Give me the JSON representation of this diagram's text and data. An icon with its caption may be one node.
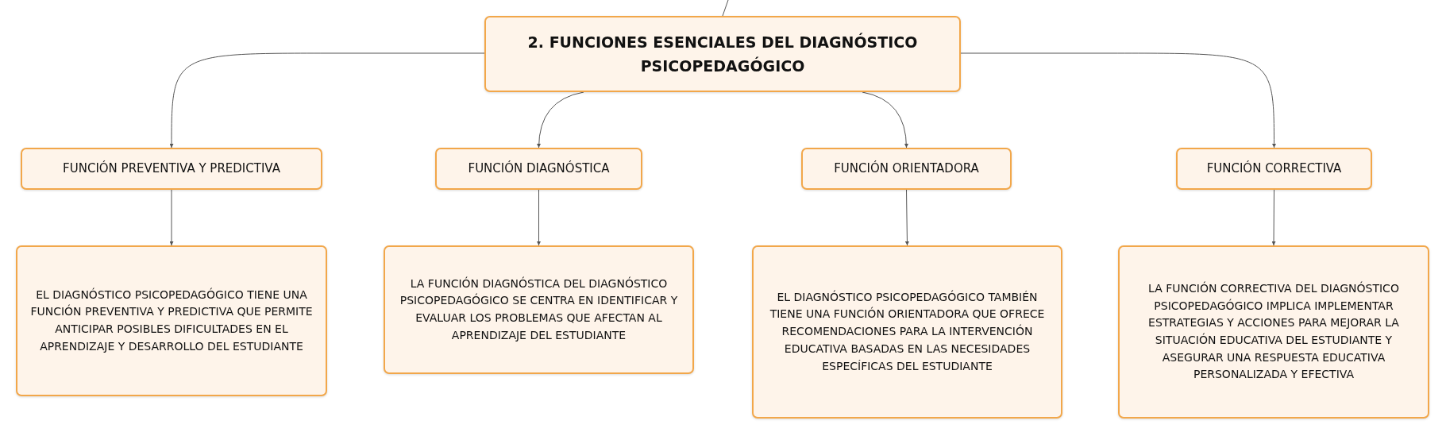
{
  "diagram": {
    "nodes": [
      {
        "text": [
          "2. FUNCIONES ESENCIALES DEL DIAGNÓSTICO PSICOPEDAGÓGICO"
        ]
      },
      {
        "text": [
          "FUNCIÓN PREVENTIVA Y PREDICTIVA"
        ]
      },
      {
        "text": [
          "FUNCIÓN DIAGNÓSTICA"
        ]
      },
      {
        "text": [
          "FUNCIÓN ORIENTADORA"
        ]
      },
      {
        "text": [
          "FUNCIÓN CORRECTIVA"
        ]
      },
      {
        "text": [
          "EL DIAGNÓSTICO PSICOPEDAGÓGICO TIENE UNA FUNCIÓN PREVENTIVA Y PREDICTIVA QUE PERMITE ANTICIPAR POSIBLES DIFICULTADES EN EL APRENDIZAJE Y DESARROLLO DEL ESTUDIANTE"
        ]
      },
      {
        "text": [
          "LA FUNCIÓN DIAGNÓSTICA DEL DIAGNÓSTICO PSICOPEDAGÓGICO SE CENTRA EN IDENTIFICAR Y EVALUAR LOS PROBLEMAS QUE AFECTAN AL APRENDIZAJE DEL ESTUDIANTE"
        ]
      },
      {
        "text": [
          "EL DIAGNÓSTICO PSICOPEDAGÓGICO TAMBIÉN TIENE UNA FUNCIÓN ORIENTADORA QUE OFRECE RECOMENDACIONES PARA LA INTERVENCIÓN EDUCATIVA BASADAS EN LAS NECESIDADES ESPECÍFICAS DEL ESTUDIANTE"
        ]
      },
      {
        "text": [
          "LA FUNCIÓN CORRECTIVA DEL DIAGNÓSTICO PSICOPEDAGÓGICO IMPLICA IMPLEMENTAR ESTRATEGIAS Y ACCIONES PARA MEJORAR LA SITUACIÓN EDUCATIVA DEL ESTUDIANTE Y ASEGURAR UNA RESPUESTA EDUCATIVA PERSONALIZADA Y EFECTIVA"
        ]
      }
    ],
    "edges": [
      {
        "from": null,
        "to": 0,
        "arrow": "none"
      },
      {
        "from": 0,
        "to": 1,
        "arrow": "to"
      },
      {
        "from": 0,
        "to": 2,
        "arrow": "to"
      },
      {
        "from": 0,
        "to": 3,
        "arrow": "to"
      },
      {
        "from": 0,
        "to": 4,
        "arrow": "to"
      },
      {
        "from": 1,
        "to": 5,
        "arrow": "to"
      },
      {
        "from": 2,
        "to": 6,
        "arrow": "to"
      },
      {
        "from": 3,
        "to": 7,
        "arrow": "to"
      },
      {
        "from": 4,
        "to": 8,
        "arrow": "to"
      }
    ]
  }
}
